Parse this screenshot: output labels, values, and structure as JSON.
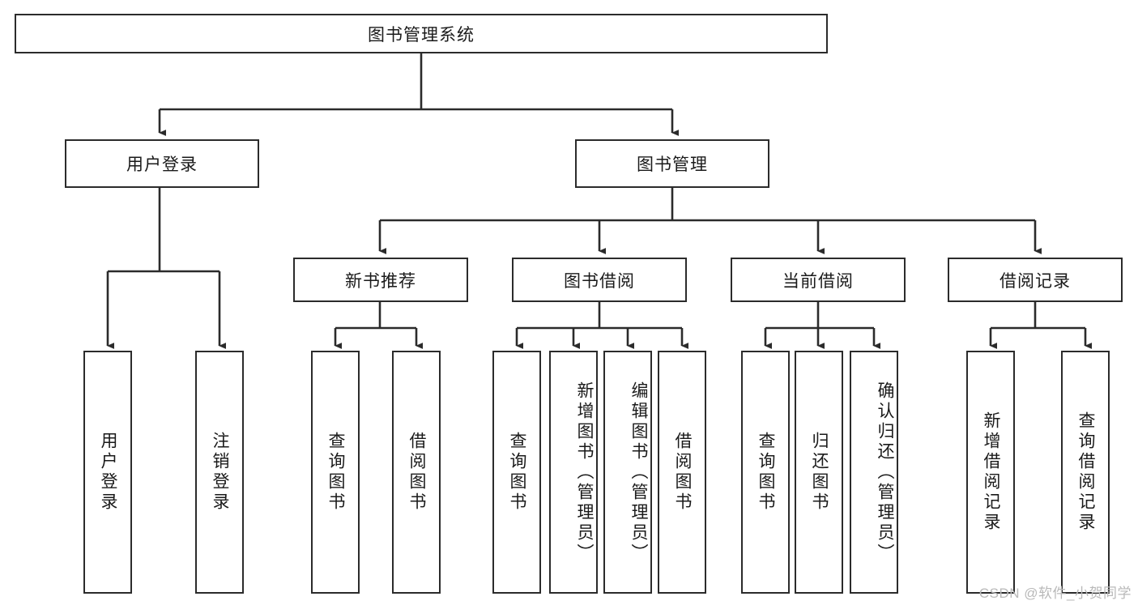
{
  "diagram": {
    "title": "图书管理系统",
    "type": "tree-hierarchy-diagram",
    "root": {
      "label": "图书管理系统"
    },
    "level2": [
      {
        "label": "用户登录"
      },
      {
        "label": "图书管理"
      }
    ],
    "level3": [
      {
        "label": "新书推荐"
      },
      {
        "label": "图书借阅"
      },
      {
        "label": "当前借阅"
      },
      {
        "label": "借阅记录"
      }
    ],
    "leaves": {
      "user_login": [
        {
          "label": "用户登录"
        },
        {
          "label": "注销登录"
        }
      ],
      "new_book_recommend": [
        {
          "label": "查询图书"
        },
        {
          "label": "借阅图书"
        }
      ],
      "book_borrow": [
        {
          "label": "查询图书"
        },
        {
          "label": "新增图书（管理员）"
        },
        {
          "label": "编辑图书（管理员）"
        },
        {
          "label": "借阅图书"
        }
      ],
      "current_borrow": [
        {
          "label": "查询图书"
        },
        {
          "label": "归还图书"
        },
        {
          "label": "确认归还（管理员）"
        }
      ],
      "borrow_record": [
        {
          "label": "新增借阅记录"
        },
        {
          "label": "查询借阅记录"
        }
      ]
    },
    "colors": {
      "stroke": "#2b2b2b",
      "fill": "#ffffff",
      "text": "#1a1a1a",
      "watermark": "#b9b9b9"
    }
  },
  "watermark": {
    "text": "CSDN @软件_小贺同学"
  }
}
